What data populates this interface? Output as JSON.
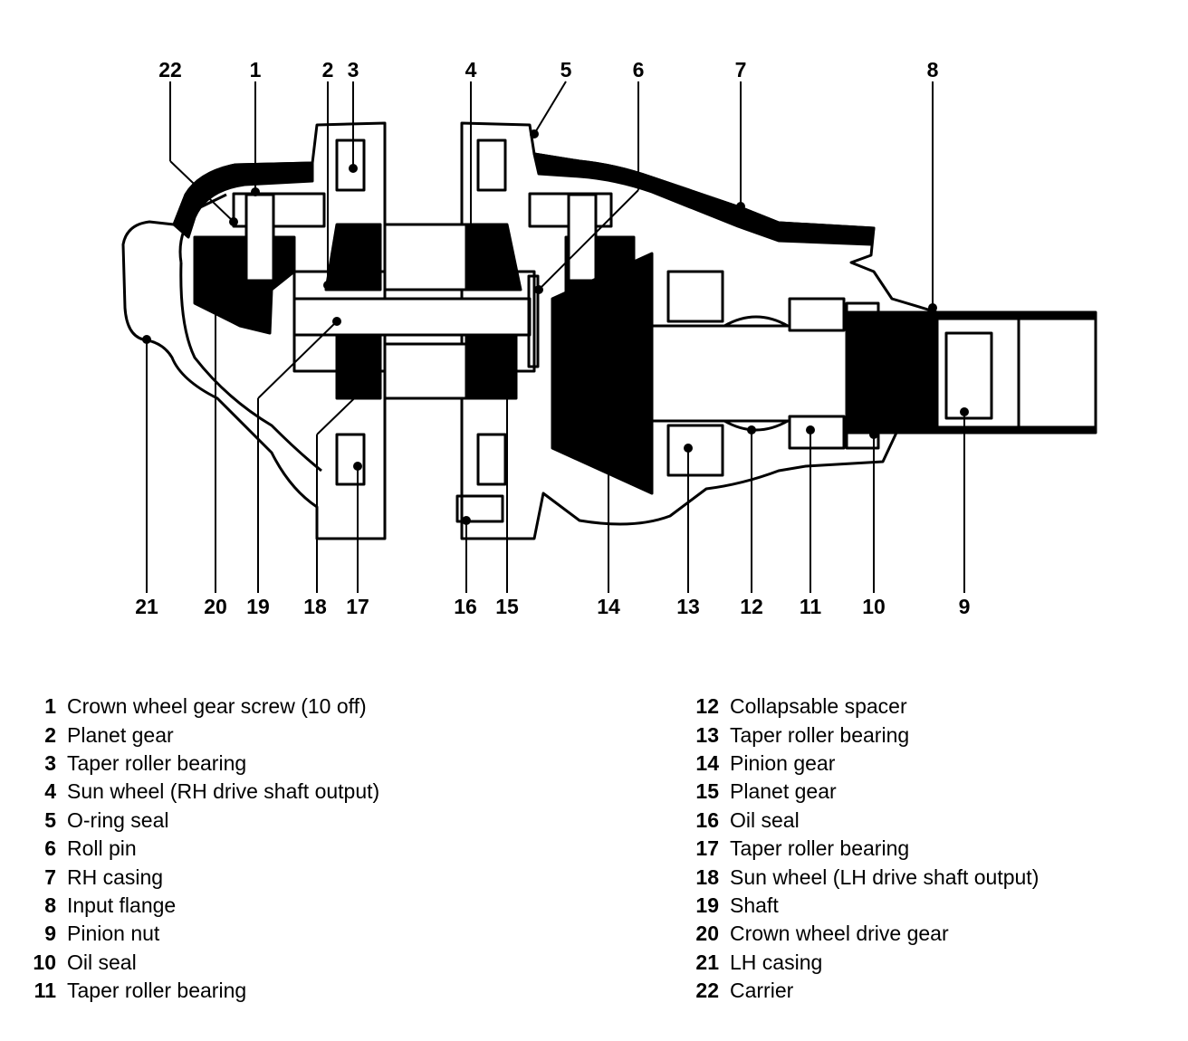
{
  "callouts": [
    {
      "id": "1",
      "label": "1"
    },
    {
      "id": "2",
      "label": "2"
    },
    {
      "id": "3",
      "label": "3"
    },
    {
      "id": "4",
      "label": "4"
    },
    {
      "id": "5",
      "label": "5"
    },
    {
      "id": "6",
      "label": "6"
    },
    {
      "id": "7",
      "label": "7"
    },
    {
      "id": "8",
      "label": "8"
    },
    {
      "id": "9",
      "label": "9"
    },
    {
      "id": "10",
      "label": "10"
    },
    {
      "id": "11",
      "label": "11"
    },
    {
      "id": "12",
      "label": "12"
    },
    {
      "id": "13",
      "label": "13"
    },
    {
      "id": "14",
      "label": "14"
    },
    {
      "id": "15",
      "label": "15"
    },
    {
      "id": "16",
      "label": "16"
    },
    {
      "id": "17",
      "label": "17"
    },
    {
      "id": "18",
      "label": "18"
    },
    {
      "id": "19",
      "label": "19"
    },
    {
      "id": "20",
      "label": "20"
    },
    {
      "id": "21",
      "label": "21"
    },
    {
      "id": "22",
      "label": "22"
    }
  ],
  "legend": {
    "left": [
      {
        "num": "1",
        "label": "Crown wheel gear screw (10 off)"
      },
      {
        "num": "2",
        "label": "Planet gear"
      },
      {
        "num": "3",
        "label": "Taper roller bearing"
      },
      {
        "num": "4",
        "label": "Sun wheel (RH drive shaft output)"
      },
      {
        "num": "5",
        "label": "O-ring seal"
      },
      {
        "num": "6",
        "label": "Roll pin"
      },
      {
        "num": "7",
        "label": "RH casing"
      },
      {
        "num": "8",
        "label": "Input flange"
      },
      {
        "num": "9",
        "label": "Pinion nut"
      },
      {
        "num": "10",
        "label": "Oil seal"
      },
      {
        "num": "11",
        "label": "Taper roller bearing"
      }
    ],
    "right": [
      {
        "num": "12",
        "label": "Collapsable spacer"
      },
      {
        "num": "13",
        "label": "Taper roller bearing"
      },
      {
        "num": "14",
        "label": "Pinion gear"
      },
      {
        "num": "15",
        "label": "Planet gear"
      },
      {
        "num": "16",
        "label": "Oil seal"
      },
      {
        "num": "17",
        "label": "Taper roller bearing"
      },
      {
        "num": "18",
        "label": "Sun wheel (LH drive shaft output)"
      },
      {
        "num": "19",
        "label": "Shaft"
      },
      {
        "num": "20",
        "label": "Crown wheel drive gear"
      },
      {
        "num": "21",
        "label": "LH casing"
      },
      {
        "num": "22",
        "label": "Carrier"
      }
    ]
  }
}
